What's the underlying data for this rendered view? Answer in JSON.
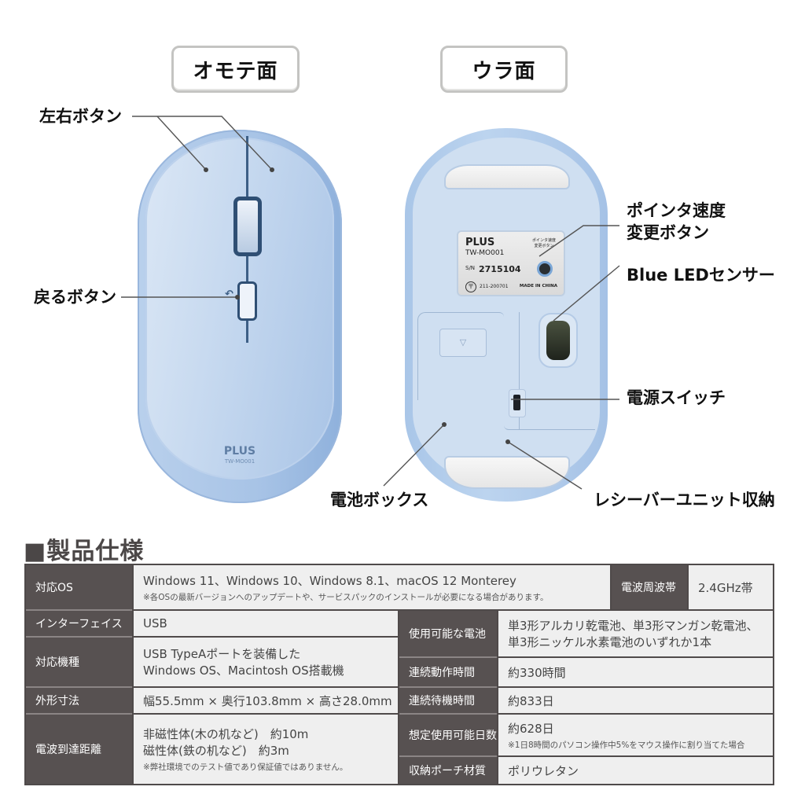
{
  "views": {
    "front_label": "オモテ面",
    "back_label": "ウラ面"
  },
  "front_callouts": {
    "left_right_buttons": "左右ボタン",
    "back_button": "戻るボタン"
  },
  "front_mouse": {
    "brand": "PLUS",
    "model": "TW-MO001",
    "back_glyph": "↶"
  },
  "back_callouts": {
    "pointer_speed_line1": "ポインタ速度",
    "pointer_speed_line2": "変更ボタン",
    "sensor": "Blue LEDセンサー",
    "power_switch": "電源スイッチ",
    "battery_box": "電池ボックス",
    "receiver_storage": "レシーバーユニット収納"
  },
  "back_label_plate": {
    "brand": "PLUS",
    "model": "TW-MO001",
    "sn_label": "S/N",
    "sn": "2715104",
    "cert_no": "211-200701",
    "made_in": "MADE IN CHINA",
    "button_label_line1": "ポインタ速度",
    "button_label_line2": "変更ボタン",
    "latch_glyph": "▽"
  },
  "colors": {
    "mouse_blue": "#a9c4e6",
    "table_header": "#575151",
    "table_cell": "#efefef"
  },
  "spec": {
    "title": "■製品仕様",
    "rows": {
      "os": {
        "label": "対応OS",
        "value": "Windows 11、Windows 10、Windows 8.1、macOS 12 Monterey",
        "note": "※各OSの最新バージョンへのアップデートや、サービスパックのインストールが必要になる場合があります。"
      },
      "frequency": {
        "label": "電波周波帯",
        "value": "2.4GHz帯"
      },
      "interface": {
        "label": "インターフェイス",
        "value": "USB"
      },
      "battery": {
        "label": "使用可能な電池",
        "value_line1": "単3形アルカリ乾電池、単3形マンガン乾電池、",
        "value_line2": "単3形ニッケル水素電池のいずれか1本"
      },
      "compatible": {
        "label": "対応機種",
        "value_line1": "USB TypeAポートを装備した",
        "value_line2": "Windows OS、Macintosh OS搭載機"
      },
      "operating_time": {
        "label": "連続動作時間",
        "value": "約330時間"
      },
      "dimensions": {
        "label": "外形寸法",
        "value": "幅55.5mm × 奥行103.8mm × 高さ28.0mm"
      },
      "standby_time": {
        "label": "連続待機時間",
        "value": "約833日"
      },
      "range": {
        "label": "電波到達距離",
        "value_line1": "非磁性体(木の机など)　約10m",
        "value_line2": "磁性体(鉄の机など)　約3m",
        "note": "※弊社環境でのテスト値であり保証値ではありません。"
      },
      "usable_days": {
        "label": "想定使用可能日数",
        "value": "約628日",
        "note": "※1日8時間のパソコン操作中5%をマウス操作に割り当てた場合"
      },
      "pouch_material": {
        "label": "収納ポーチ材質",
        "value": "ポリウレタン"
      }
    }
  }
}
